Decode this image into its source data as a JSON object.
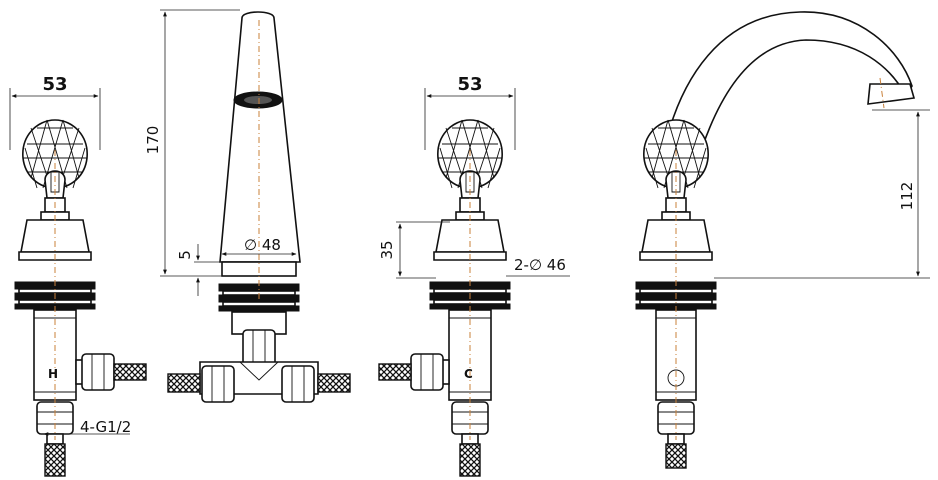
{
  "dimensions": {
    "handle_width_left": "53",
    "handle_width_right": "53",
    "spout_height": "170",
    "spout_flange": "5",
    "spout_diameter": "∅ 48",
    "valve_height": "35",
    "valve_diameter": "2-∅ 46",
    "connections": "4-G1/2",
    "spout_reach_height": "112"
  },
  "markers": {
    "hot": "H",
    "cold": "C"
  },
  "colors": {
    "line": "#111111",
    "centerline": "#c9803a",
    "background": "#ffffff"
  }
}
